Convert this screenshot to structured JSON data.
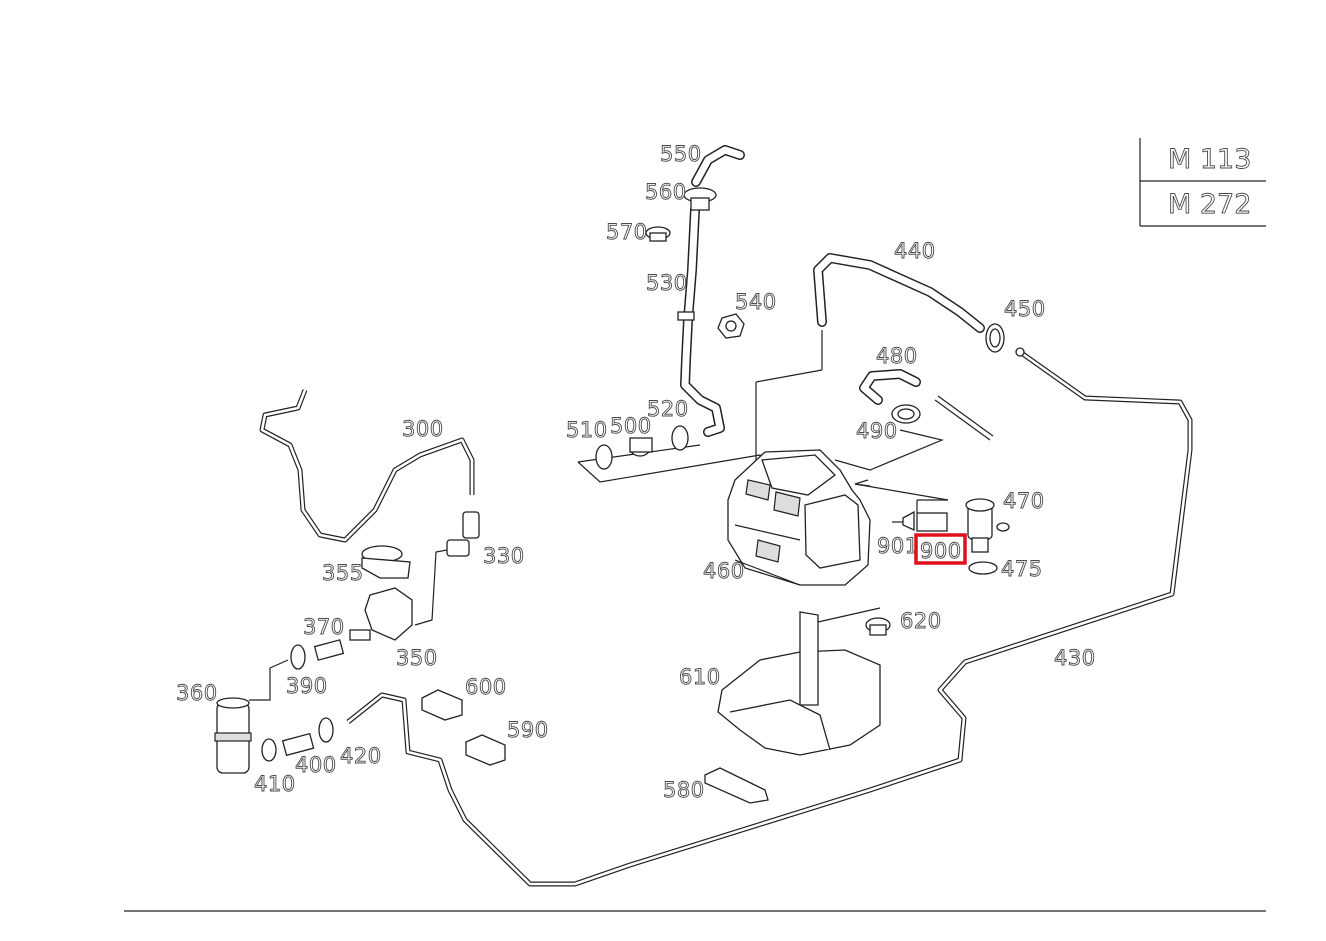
{
  "engine_table": {
    "row1": "M 113",
    "row2": "M 272"
  },
  "labels": {
    "p300": "300",
    "p330": "330",
    "p350": "350",
    "p355": "355",
    "p360": "360",
    "p370": "370",
    "p390": "390",
    "p400": "400",
    "p410": "410",
    "p420": "420",
    "p430": "430",
    "p440": "440",
    "p450": "450",
    "p460": "460",
    "p470": "470",
    "p475": "475",
    "p480": "480",
    "p490": "490",
    "p500": "500",
    "p510": "510",
    "p520": "520",
    "p530": "530",
    "p540": "540",
    "p550": "550",
    "p560": "560",
    "p570": "570",
    "p580": "580",
    "p590": "590",
    "p600": "600",
    "p610": "610",
    "p620": "620",
    "p900": "900",
    "p901": "901"
  },
  "highlighted_part": "900",
  "colors": {
    "highlight": "#e0101a",
    "line": "#222222"
  }
}
